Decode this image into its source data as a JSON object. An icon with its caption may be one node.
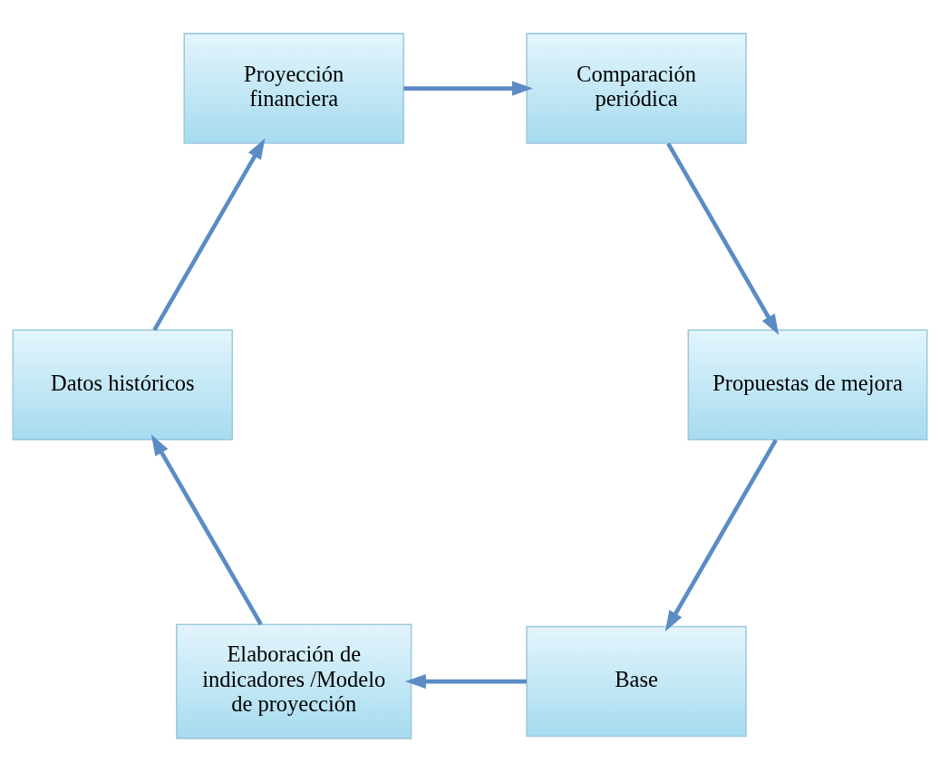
{
  "diagram": {
    "nodes": [
      {
        "text": [
          "Base"
        ]
      },
      {
        "text": [
          "Elaboración de indicadores /Modelo de proyección"
        ]
      },
      {
        "text": [
          "Datos históricos"
        ]
      },
      {
        "text": [
          "Proyección financiera"
        ]
      },
      {
        "text": [
          "Comparación periódica"
        ]
      },
      {
        "text": [
          "Propuestas de mejora"
        ]
      }
    ],
    "edges": [
      {
        "from": 0,
        "to": 1,
        "arrow": "to"
      },
      {
        "from": 1,
        "to": 2,
        "arrow": "to"
      },
      {
        "from": 2,
        "to": 3,
        "arrow": "to"
      },
      {
        "from": 3,
        "to": 4,
        "arrow": "to"
      },
      {
        "from": 4,
        "to": 5,
        "arrow": "to"
      },
      {
        "from": 5,
        "to": 0,
        "arrow": "to"
      }
    ]
  }
}
